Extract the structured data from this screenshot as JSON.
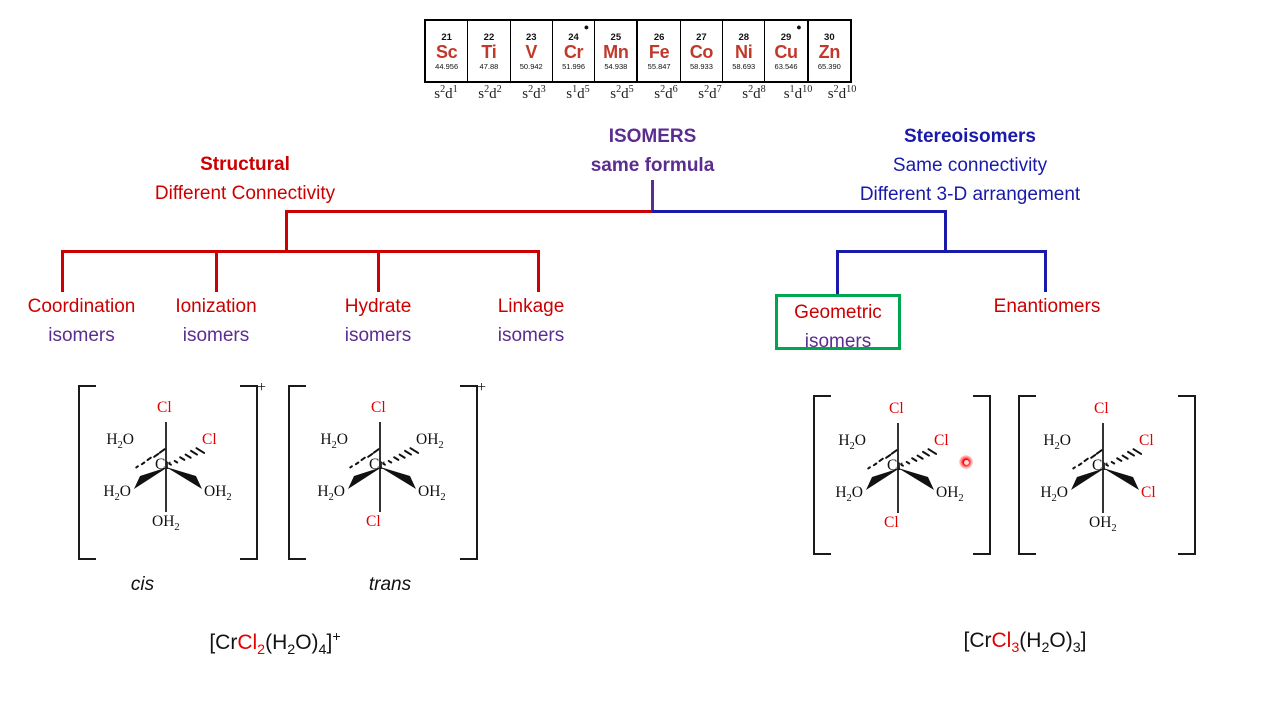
{
  "periodic_table": {
    "elements": [
      {
        "number": "21",
        "symbol": "Sc",
        "mass": "44.956",
        "marker": ""
      },
      {
        "number": "22",
        "symbol": "Ti",
        "mass": "47.88",
        "marker": ""
      },
      {
        "number": "23",
        "symbol": "V",
        "mass": "50.942",
        "marker": ""
      },
      {
        "number": "24",
        "symbol": "Cr",
        "mass": "51.996",
        "marker": "*"
      },
      {
        "number": "25",
        "symbol": "Mn",
        "mass": "54.938",
        "marker": ""
      },
      {
        "number": "26",
        "symbol": "Fe",
        "mass": "55.847",
        "marker": ""
      },
      {
        "number": "27",
        "symbol": "Co",
        "mass": "58.933",
        "marker": ""
      },
      {
        "number": "28",
        "symbol": "Ni",
        "mass": "58.693",
        "marker": ""
      },
      {
        "number": "29",
        "symbol": "Cu",
        "mass": "63.546",
        "marker": "*"
      },
      {
        "number": "30",
        "symbol": "Zn",
        "mass": "65.390",
        "marker": ""
      }
    ],
    "symbol_color": "#c0392b"
  },
  "electron_configurations": [
    {
      "s": "s",
      "s_sup": "2",
      "d": "d",
      "d_sup": "1"
    },
    {
      "s": "s",
      "s_sup": "2",
      "d": "d",
      "d_sup": "2"
    },
    {
      "s": "s",
      "s_sup": "2",
      "d": "d",
      "d_sup": "3"
    },
    {
      "s": "s",
      "s_sup": "1",
      "d": "d",
      "d_sup": "5"
    },
    {
      "s": "s",
      "s_sup": "2",
      "d": "d",
      "d_sup": "5"
    },
    {
      "s": "s",
      "s_sup": "2",
      "d": "d",
      "d_sup": "6"
    },
    {
      "s": "s",
      "s_sup": "2",
      "d": "d",
      "d_sup": "7"
    },
    {
      "s": "s",
      "s_sup": "2",
      "d": "d",
      "d_sup": "8"
    },
    {
      "s": "s",
      "s_sup": "1",
      "d": "d",
      "d_sup": "10"
    },
    {
      "s": "s",
      "s_sup": "2",
      "d": "d",
      "d_sup": "10"
    }
  ],
  "tree": {
    "root": {
      "title": "ISOMERS",
      "subtitle": "same formula",
      "color": "#5b2d90"
    },
    "structural": {
      "title": "Structural",
      "subtitle": "Different Connectivity",
      "color": "#cc0000"
    },
    "stereoisomers": {
      "title": "Stereoisomers",
      "subtitle1": "Same connectivity",
      "subtitle2": "Different 3-D arrangement",
      "color": "#1a1aaa"
    },
    "structural_branches": [
      {
        "name": "Coordination",
        "suffix": "isomers"
      },
      {
        "name": "Ionization",
        "suffix": "isomers"
      },
      {
        "name": "Hydrate",
        "suffix": "isomers"
      },
      {
        "name": "Linkage",
        "suffix": "isomers"
      }
    ],
    "stereo_branches": [
      {
        "name": "Geometric",
        "suffix": "isomers",
        "highlight_color": "#00a550",
        "highlighted": "true"
      },
      {
        "name": "Enantiomers",
        "suffix": ""
      }
    ]
  },
  "molecules": {
    "cis": {
      "caption": "cis",
      "charge": "+",
      "center": "Cr",
      "top": "Cl",
      "top_is_cl": "true",
      "upper_left": "H2O",
      "upper_right": "Cl",
      "upper_right_is_cl": "true",
      "lower_left": "H2O",
      "lower_right": "OH2",
      "bottom": "OH2",
      "bottom_is_cl": "false"
    },
    "trans": {
      "caption": "trans",
      "charge": "+",
      "center": "Cr",
      "top": "Cl",
      "top_is_cl": "true",
      "upper_left": "H2O",
      "upper_right": "OH2",
      "upper_right_is_cl": "false",
      "lower_left": "H2O",
      "lower_right": "OH2",
      "bottom": "Cl",
      "bottom_is_cl": "true"
    },
    "mer": {
      "caption": "",
      "charge": "",
      "center": "Cr",
      "top": "Cl",
      "top_is_cl": "true",
      "upper_left": "H2O",
      "upper_right": "Cl",
      "upper_right_is_cl": "true",
      "lower_left": "H2O",
      "lower_right": "OH2",
      "bottom": "Cl",
      "bottom_is_cl": "true"
    },
    "fac": {
      "caption": "",
      "charge": "",
      "center": "Cr",
      "top": "Cl",
      "top_is_cl": "true",
      "upper_left": "H2O",
      "upper_right": "Cl",
      "upper_right_is_cl": "true",
      "lower_left": "H2O",
      "lower_right": "Cl",
      "lower_right_is_cl": "true",
      "bottom": "OH2",
      "bottom_is_cl": "false"
    }
  },
  "formulas": {
    "left": {
      "open": "[Cr",
      "cl": "Cl",
      "cl_sub": "2",
      "water": "(H",
      "water_sub": "2",
      "water2": "O)",
      "water2_sub": "4",
      "close": "]",
      "charge": "+"
    },
    "right": {
      "open": "[Cr",
      "cl": "Cl",
      "cl_sub": "3",
      "water": "(H",
      "water_sub": "2",
      "water2": "O)",
      "water2_sub": "3",
      "close": "]",
      "charge": ""
    }
  },
  "cursor": {
    "name": "red-dot-cursor",
    "color": "#ff0000"
  }
}
